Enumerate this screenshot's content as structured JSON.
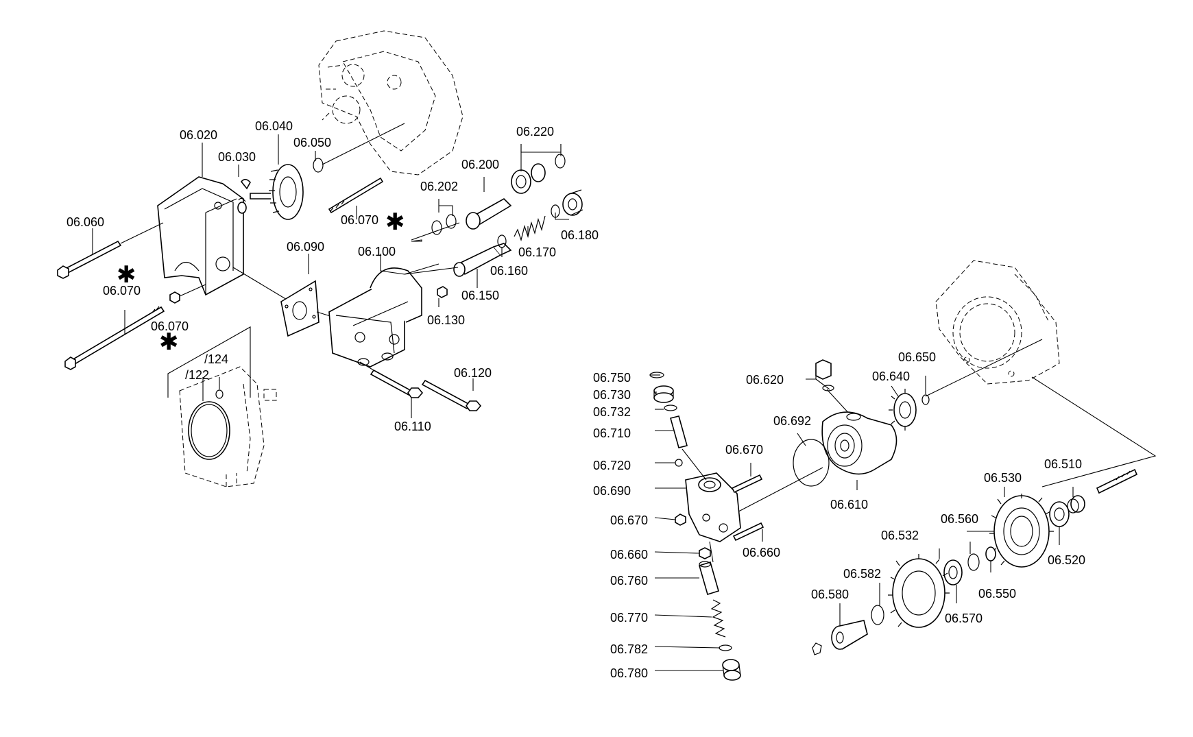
{
  "labels": {
    "p06_020": "06.020",
    "p06_030": "06.030",
    "p06_040": "06.040",
    "p06_050": "06.050",
    "p06_060": "06.060",
    "p06_070_top": "06.070",
    "p06_070_mid": "06.070",
    "p06_070_nut": "06.070",
    "p06_090": "06.090",
    "p06_100": "06.100",
    "p06_110": "06.110",
    "p06_120": "06.120",
    "p06_130": "06.130",
    "p06_150": "06.150",
    "p06_160": "06.160",
    "p06_170": "06.170",
    "p06_180": "06.180",
    "p06_200": "06.200",
    "p06_202": "06.202",
    "p06_220": "06.220",
    "p122": "/122",
    "p124": "/124",
    "p06_510": "06.510",
    "p06_520": "06.520",
    "p06_530": "06.530",
    "p06_532": "06.532",
    "p06_550": "06.550",
    "p06_560": "06.560",
    "p06_570": "06.570",
    "p06_580": "06.580",
    "p06_582": "06.582",
    "p06_610": "06.610",
    "p06_620": "06.620",
    "p06_640": "06.640",
    "p06_650": "06.650",
    "p06_660_l": "06.660",
    "p06_660_r": "06.660",
    "p06_670_l": "06.670",
    "p06_670_r": "06.670",
    "p06_690": "06.690",
    "p06_692": "06.692",
    "p06_710": "06.710",
    "p06_720": "06.720",
    "p06_730": "06.730",
    "p06_732": "06.732",
    "p06_750": "06.750",
    "p06_760": "06.760",
    "p06_770": "06.770",
    "p06_780": "06.780",
    "p06_782": "06.782"
  },
  "markers": {
    "star": "✱"
  }
}
